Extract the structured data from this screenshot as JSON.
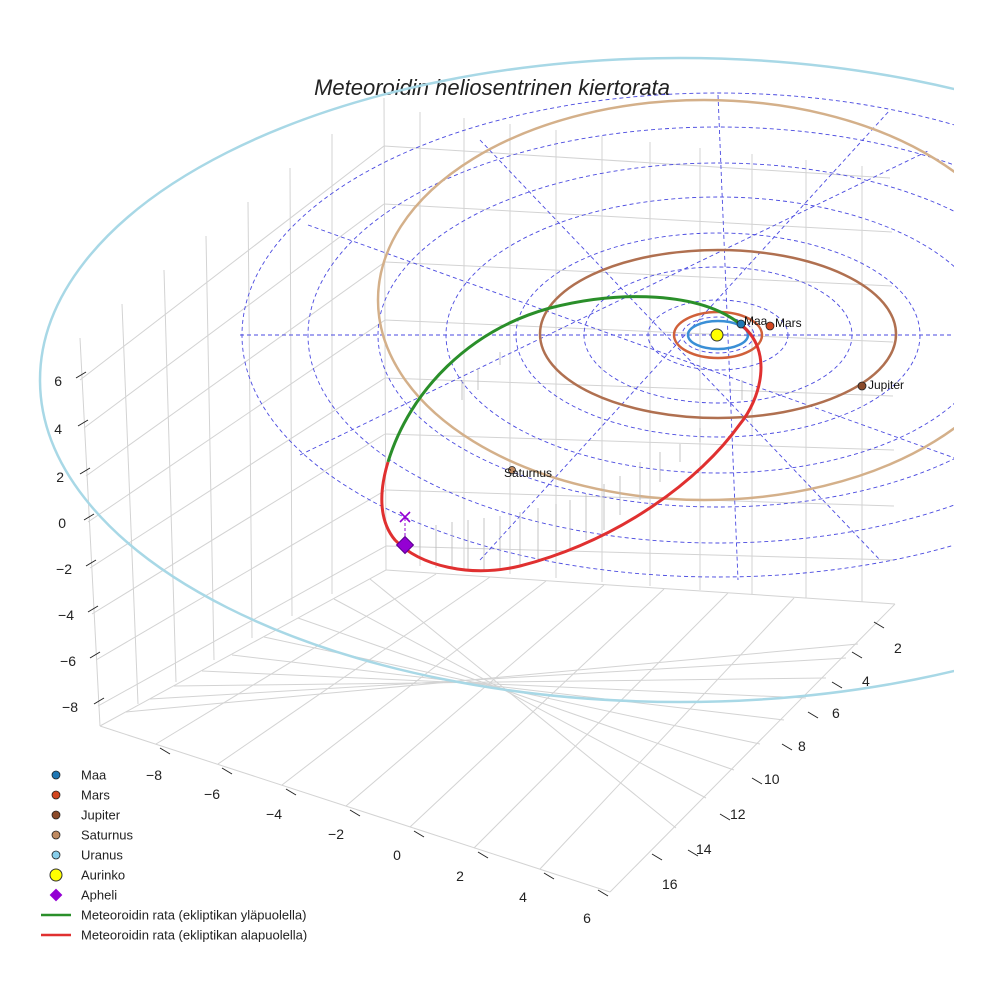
{
  "chart_data": {
    "type": "line",
    "projection": "3d",
    "title": "Meteoroidin heliosentrinen kiertorata",
    "axes": {
      "x": {
        "ticks": [
          "−8",
          "−6",
          "−4",
          "−2",
          "0",
          "2",
          "4",
          "6"
        ]
      },
      "y": {
        "ticks": [
          "2",
          "4",
          "6",
          "8",
          "10",
          "12",
          "14",
          "16"
        ]
      },
      "z": {
        "ticks": [
          "6",
          "4",
          "2",
          "0",
          "−2",
          "−4",
          "−6",
          "−8"
        ]
      }
    },
    "grid": true,
    "ecliptic_grid": "dashed rings and spokes (blue)",
    "planets": [
      {
        "name": "Maa",
        "label": "Maa",
        "color": "#1f77b4",
        "orbit_color": "#3a8fd6"
      },
      {
        "name": "Mars",
        "label": "Mars",
        "color": "#d2461f",
        "orbit_color": "#d0603a"
      },
      {
        "name": "Jupiter",
        "label": "Jupiter",
        "color": "#8b4a2a",
        "orbit_color": "#b07050"
      },
      {
        "name": "Saturnus",
        "label": "Saturnus",
        "color": "#c08a60",
        "orbit_color": "#d4b08a"
      },
      {
        "name": "Uranus",
        "label": "",
        "color": "#87ceeb",
        "orbit_color": "#a8d8e6"
      }
    ],
    "sun": {
      "name": "Aurinko",
      "color": "#ffff00"
    },
    "aphelion": {
      "name": "Apheli",
      "color": "#9400d3"
    },
    "series": [
      {
        "name": "Meteoroidin rata (ekliptikan yläpuolella)",
        "color": "#2a8f2a"
      },
      {
        "name": "Meteoroidin rata (ekliptikan alapuolella)",
        "color": "#e03030"
      }
    ],
    "legend_position": "bottom-left"
  },
  "legend": [
    {
      "label": "Maa",
      "kind": "dot",
      "color": "#1f77b4"
    },
    {
      "label": "Mars",
      "kind": "dot",
      "color": "#d2461f"
    },
    {
      "label": "Jupiter",
      "kind": "dot",
      "color": "#8b4a2a"
    },
    {
      "label": "Saturnus",
      "kind": "dot",
      "color": "#c08a60"
    },
    {
      "label": "Uranus",
      "kind": "dot",
      "color": "#87ceeb"
    },
    {
      "label": "Aurinko",
      "kind": "sun",
      "color": "#ffff00"
    },
    {
      "label": "Apheli",
      "kind": "diamond",
      "color": "#9400d3"
    },
    {
      "label": "Meteoroidin rata (ekliptikan yläpuolella)",
      "kind": "line",
      "color": "#2a8f2a"
    },
    {
      "label": "Meteoroidin rata (ekliptikan alapuolella)",
      "kind": "line",
      "color": "#e03030"
    }
  ]
}
